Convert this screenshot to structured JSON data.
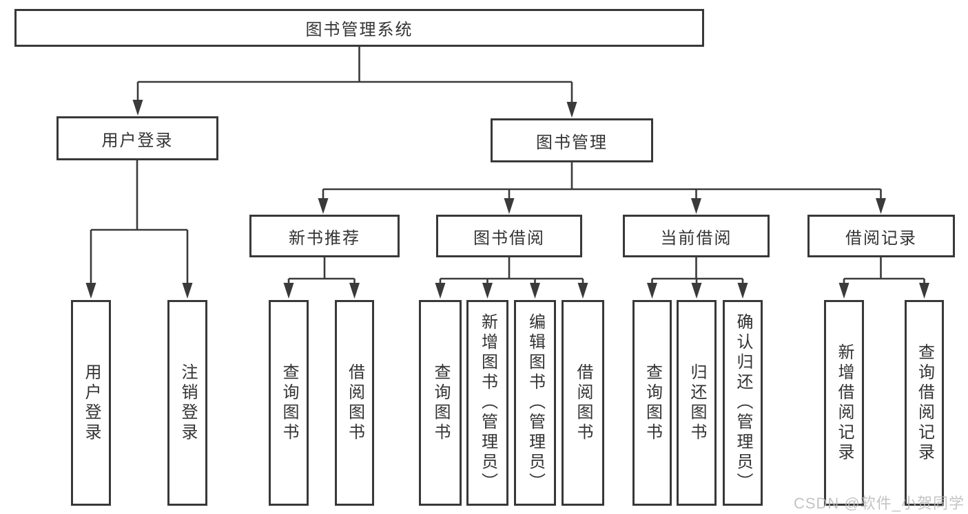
{
  "diagram": {
    "title": "图书管理系统",
    "branches": [
      {
        "label": "用户登录",
        "children": [
          {
            "label": "用户登录"
          },
          {
            "label": "注销登录"
          }
        ]
      },
      {
        "label": "图书管理",
        "children": [
          {
            "label": "新书推荐",
            "children": [
              {
                "label": "查询图书"
              },
              {
                "label": "借阅图书"
              }
            ]
          },
          {
            "label": "图书借阅",
            "children": [
              {
                "label": "查询图书"
              },
              {
                "label": "新增图书（管理员）"
              },
              {
                "label": "编辑图书（管理员）"
              },
              {
                "label": "借阅图书"
              }
            ]
          },
          {
            "label": "当前借阅",
            "children": [
              {
                "label": "查询图书"
              },
              {
                "label": "归还图书"
              },
              {
                "label": "确认归还（管理员）"
              }
            ]
          },
          {
            "label": "借阅记录",
            "children": [
              {
                "label": "新增借阅记录"
              },
              {
                "label": "查询借阅记录"
              }
            ]
          }
        ]
      }
    ]
  },
  "watermark": {
    "text": "CSDN @软件_小贺同学",
    "color": "#b9b9b9"
  },
  "colors": {
    "line": "#3a3a3a",
    "box_border": "#383838",
    "box_fill": "#ffffff",
    "text": "#333333"
  }
}
